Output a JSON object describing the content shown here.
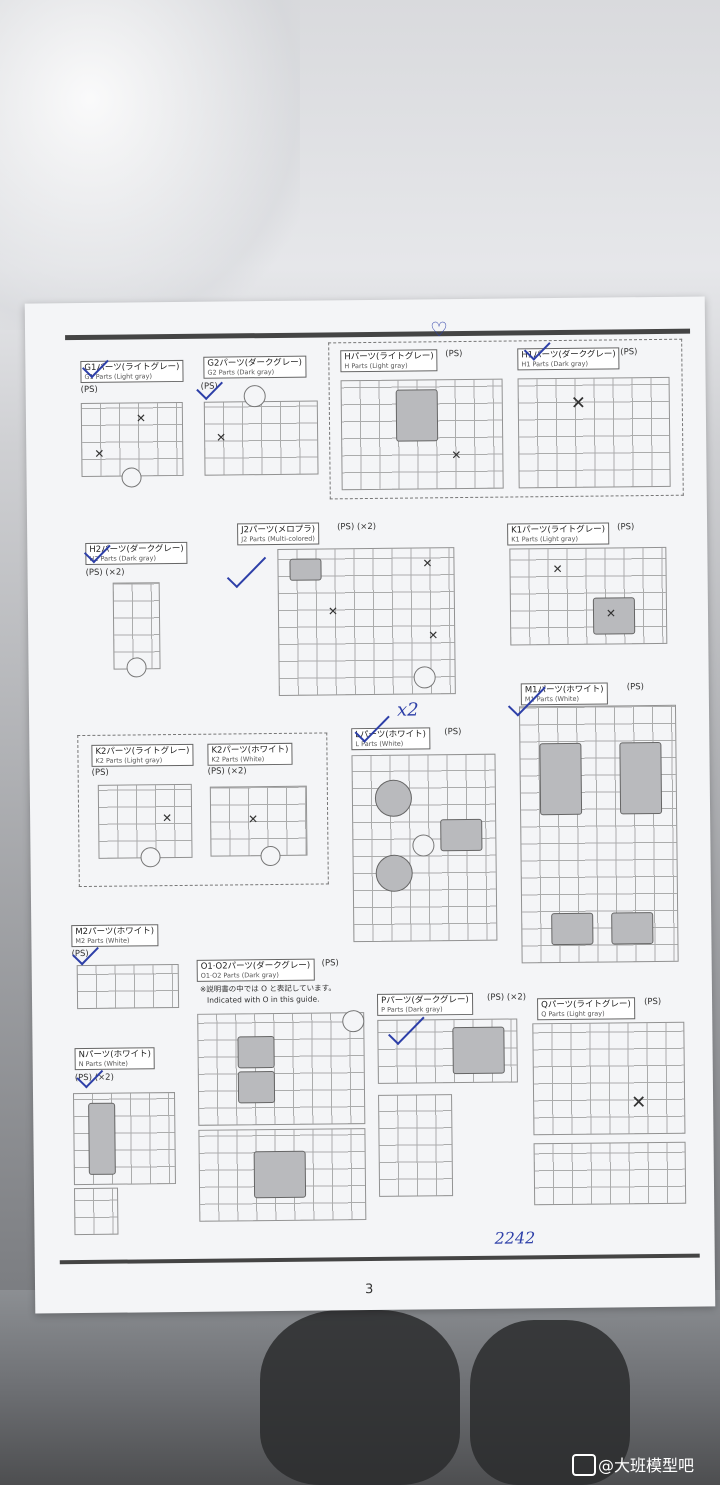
{
  "page": {
    "page_number": "3",
    "handwritten_note": "2242",
    "handwritten_x2": "x2"
  },
  "sections": {
    "g1": {
      "title": "G1パーツ(ライトグレー)",
      "sub": "G1 Parts (Light gray)",
      "tag": "(PS)"
    },
    "g2": {
      "title": "G2パーツ(ダークグレー)",
      "sub": "G2 Parts (Dark gray)",
      "tag": "(PS)"
    },
    "h": {
      "title": "Hパーツ(ライトグレー)",
      "sub": "H Parts (Light gray)",
      "tag": "(PS)"
    },
    "h1": {
      "title": "H1パーツ(ダークグレー)",
      "sub": "H1 Parts (Dark gray)",
      "tag": "(PS)"
    },
    "h2": {
      "title": "H2パーツ(ダークグレー)",
      "sub": "H2 Parts (Dark gray)",
      "tag": "(PS) (×2)"
    },
    "j2": {
      "title": "J2パーツ(メロプラ)",
      "sub": "J2 Parts (Multi-colored)",
      "tag": "(PS) (×2)"
    },
    "k1": {
      "title": "K1パーツ(ライトグレー)",
      "sub": "K1 Parts (Light gray)",
      "tag": "(PS)"
    },
    "m1": {
      "title": "M1パーツ(ホワイト)",
      "sub": "M1 Parts (White)",
      "tag": "(PS)"
    },
    "k2a": {
      "title": "K2パーツ(ライトグレー)",
      "sub": "K2 Parts (Light gray)",
      "tag": "(PS)"
    },
    "k2b": {
      "title": "K2パーツ(ホワイト)",
      "sub": "K2 Parts (White)",
      "tag": "(PS) (×2)"
    },
    "l": {
      "title": "Lパーツ(ホワイト)",
      "sub": "L Parts (White)",
      "tag": "(PS)"
    },
    "m2": {
      "title": "M2パーツ(ホワイト)",
      "sub": "M2 Parts (White)",
      "tag": "(PS)"
    },
    "o": {
      "title": "O1·O2パーツ(ダークグレー)",
      "sub": "O1·O2 Parts (Dark gray)",
      "tag": "(PS)",
      "note_jp": "※説明書の中では O と表記しています。",
      "note_en": "Indicated with O in this guide."
    },
    "n": {
      "title": "Nパーツ(ホワイト)",
      "sub": "N Parts (White)",
      "tag": "(PS) (×2)"
    },
    "p": {
      "title": "Pパーツ(ダークグレー)",
      "sub": "P Parts (Dark gray)",
      "tag": "(PS) (×2)"
    },
    "q": {
      "title": "Qパーツ(ライトグレー)",
      "sub": "Q Parts (Light gray)",
      "tag": "(PS)"
    }
  },
  "watermark": {
    "text": "@大班模型吧",
    "icon": "chat-icon"
  },
  "colors": {
    "ink": "#2d3fa8",
    "paper": "#f4f5f7"
  }
}
